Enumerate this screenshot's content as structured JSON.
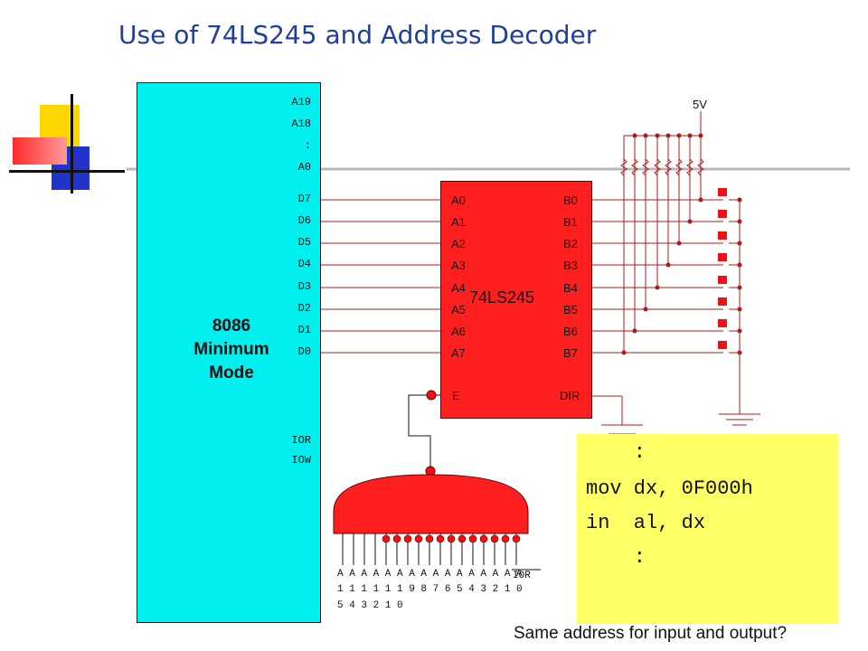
{
  "title": "Use of 74LS245 and Address Decoder",
  "cpu": {
    "label_lines": [
      "8086",
      "Minimum",
      "Mode"
    ],
    "address_pins": [
      "A19",
      "A18",
      ":",
      "A0"
    ],
    "data_pins": [
      "D7",
      "D6",
      "D5",
      "D4",
      "D3",
      "D2",
      "D1",
      "D0"
    ],
    "control_pins": [
      "IOR",
      "IOW"
    ]
  },
  "buffer": {
    "name": "74LS245",
    "a_pins": [
      "A0",
      "A1",
      "A2",
      "A3",
      "A4",
      "A5",
      "A6",
      "A7"
    ],
    "b_pins": [
      "B0",
      "B1",
      "B2",
      "B3",
      "B4",
      "B5",
      "B6",
      "B7"
    ],
    "enable_pin": "E",
    "dir_pin": "DIR"
  },
  "supply_label": "5V",
  "decoder_inputs": {
    "row1": "A A A A A A A A A A A A A A A A",
    "row2": "1 1 1 1 1 1 9 8 7 6 5 4 3 2 1 0",
    "row3": "5 4 3 2 1 0",
    "ior_label": "IOR"
  },
  "code_lines": [
    "    :",
    "mov dx, 0F000h",
    "in  al, dx",
    "    :"
  ],
  "question": "Same address for input and output?",
  "colors": {
    "title": "#1f3f9a",
    "cpu_fill": "#00f0f0",
    "chip_fill": "#ff1f1f",
    "wire_red": "#b01818",
    "code_fill": "#ffff66"
  }
}
